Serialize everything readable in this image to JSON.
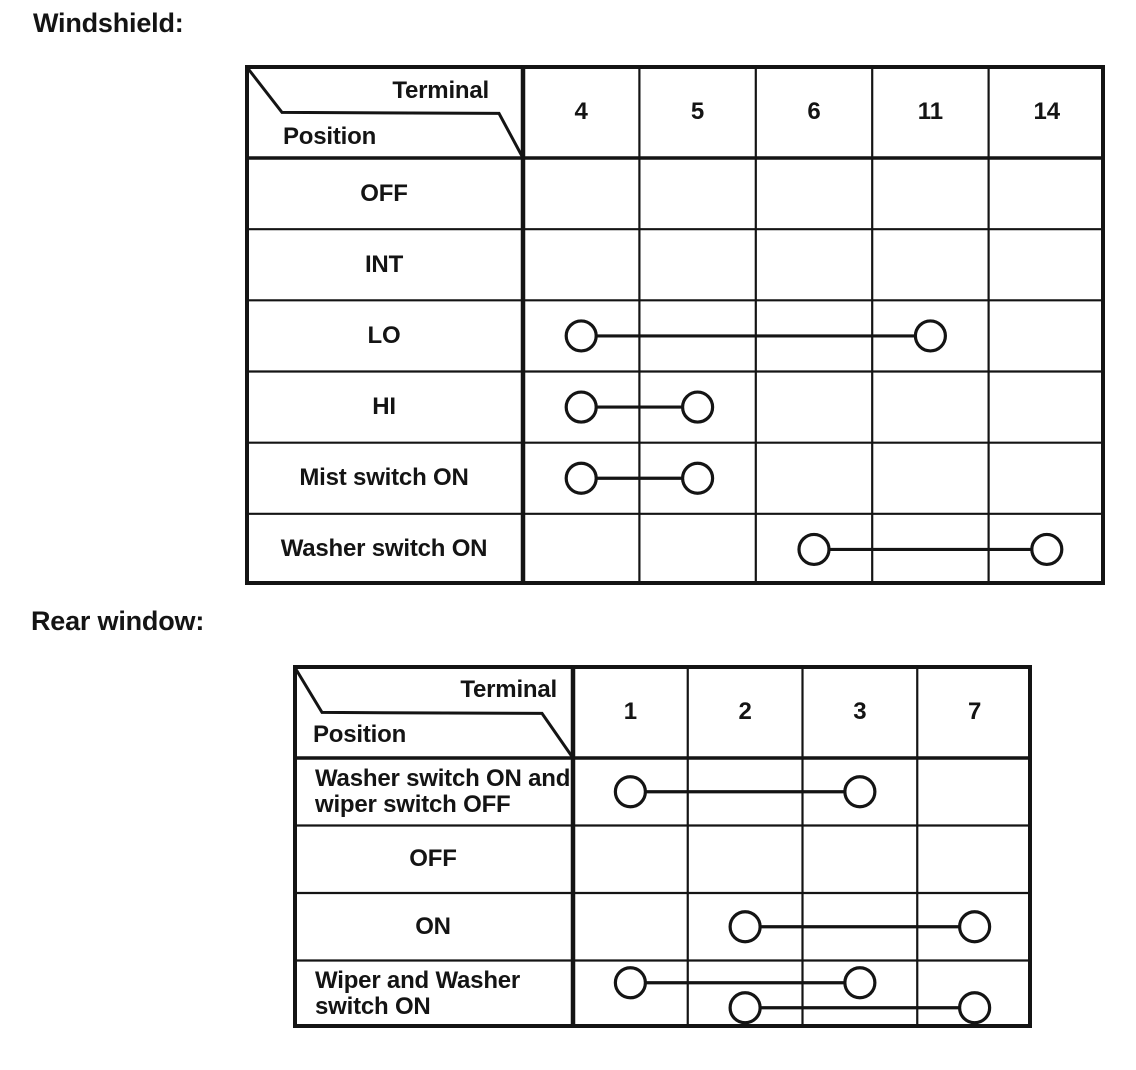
{
  "headings": {
    "windshield": "Windshield:",
    "rear_window": "Rear window:"
  },
  "colors": {
    "ink": "#141414",
    "paper": "#ffffff"
  },
  "tables": [
    {
      "name": "windshield",
      "corner_top_label": "Terminal",
      "corner_bottom_label": "Position",
      "terminals": [
        "4",
        "5",
        "6",
        "11",
        "14"
      ],
      "rows": [
        {
          "lines": [
            "OFF"
          ],
          "connections": []
        },
        {
          "lines": [
            "INT"
          ],
          "connections": []
        },
        {
          "lines": [
            "LO"
          ],
          "connections": [
            [
              "4",
              "11"
            ]
          ]
        },
        {
          "lines": [
            "HI"
          ],
          "connections": [
            [
              "4",
              "5"
            ]
          ]
        },
        {
          "lines": [
            "Mist switch ON"
          ],
          "connections": [
            [
              "4",
              "5"
            ]
          ]
        },
        {
          "lines": [
            "Washer switch ON"
          ],
          "connections": [
            [
              "6",
              "14"
            ]
          ]
        }
      ]
    },
    {
      "name": "rear-window",
      "corner_top_label": "Terminal",
      "corner_bottom_label": "Position",
      "terminals": [
        "1",
        "2",
        "3",
        "7"
      ],
      "rows": [
        {
          "lines": [
            "Washer switch ON and",
            "wiper switch OFF"
          ],
          "connections": [
            [
              "1",
              "3"
            ]
          ]
        },
        {
          "lines": [
            "OFF"
          ],
          "connections": []
        },
        {
          "lines": [
            "ON"
          ],
          "connections": [
            [
              "2",
              "7"
            ]
          ]
        },
        {
          "lines": [
            "Wiper and Washer",
            "switch ON"
          ],
          "connections": [
            [
              "1",
              "3"
            ],
            [
              "2",
              "7"
            ]
          ]
        }
      ]
    }
  ]
}
